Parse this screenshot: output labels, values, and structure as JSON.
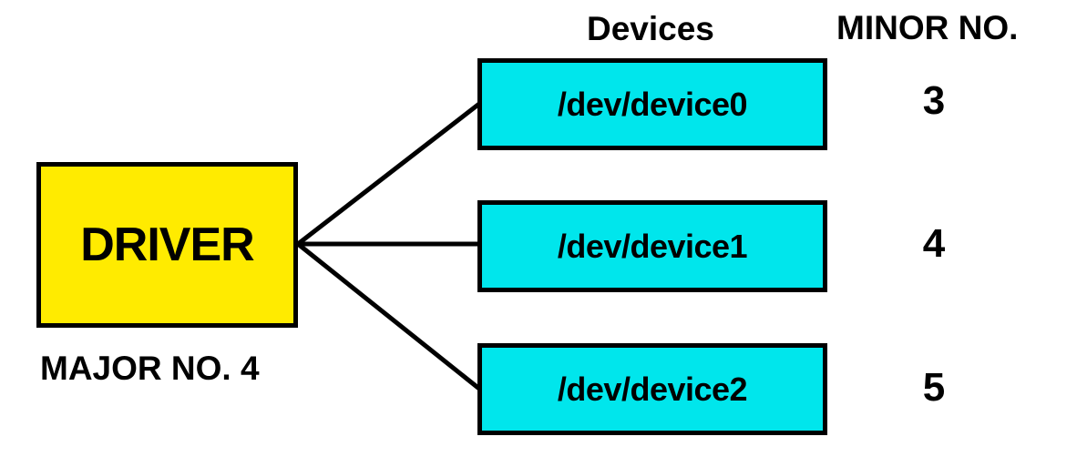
{
  "driver": {
    "label": "DRIVER",
    "major_label": "MAJOR NO. 4"
  },
  "headers": {
    "devices": "Devices",
    "minor": "MINOR NO."
  },
  "devices": [
    {
      "path": "/dev/device0",
      "minor": "3"
    },
    {
      "path": "/dev/device1",
      "minor": "4"
    },
    {
      "path": "/dev/device2",
      "minor": "5"
    }
  ],
  "colors": {
    "driver_fill": "#FFEB00",
    "device_fill": "#00E6EC",
    "border": "#000000"
  }
}
